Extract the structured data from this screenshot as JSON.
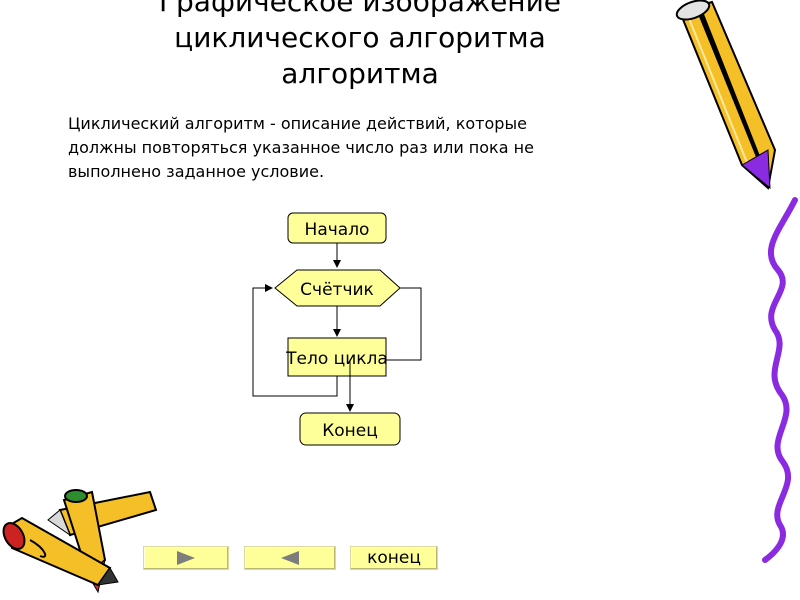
{
  "title_lines": [
    "Графическое изображение",
    "циклического алгоритма",
    "алгоритма"
  ],
  "description_lines": [
    "Циклический алгоритм - описание действий, которые",
    "должны повторяться указанное число раз или пока не",
    "выполнено заданное условие."
  ],
  "flowchart": {
    "start": "Начало",
    "counter": "Счётчик",
    "body": "Тело цикла",
    "end": "Конец"
  },
  "nav": {
    "forward_icon": "play-right-icon",
    "back_icon": "play-left-icon",
    "end_label": "конец"
  },
  "colors": {
    "block_fill": "#ffff99",
    "block_stroke": "#000000",
    "decoration_yellow": "#f5c027",
    "decoration_purple": "#8a2be2"
  }
}
